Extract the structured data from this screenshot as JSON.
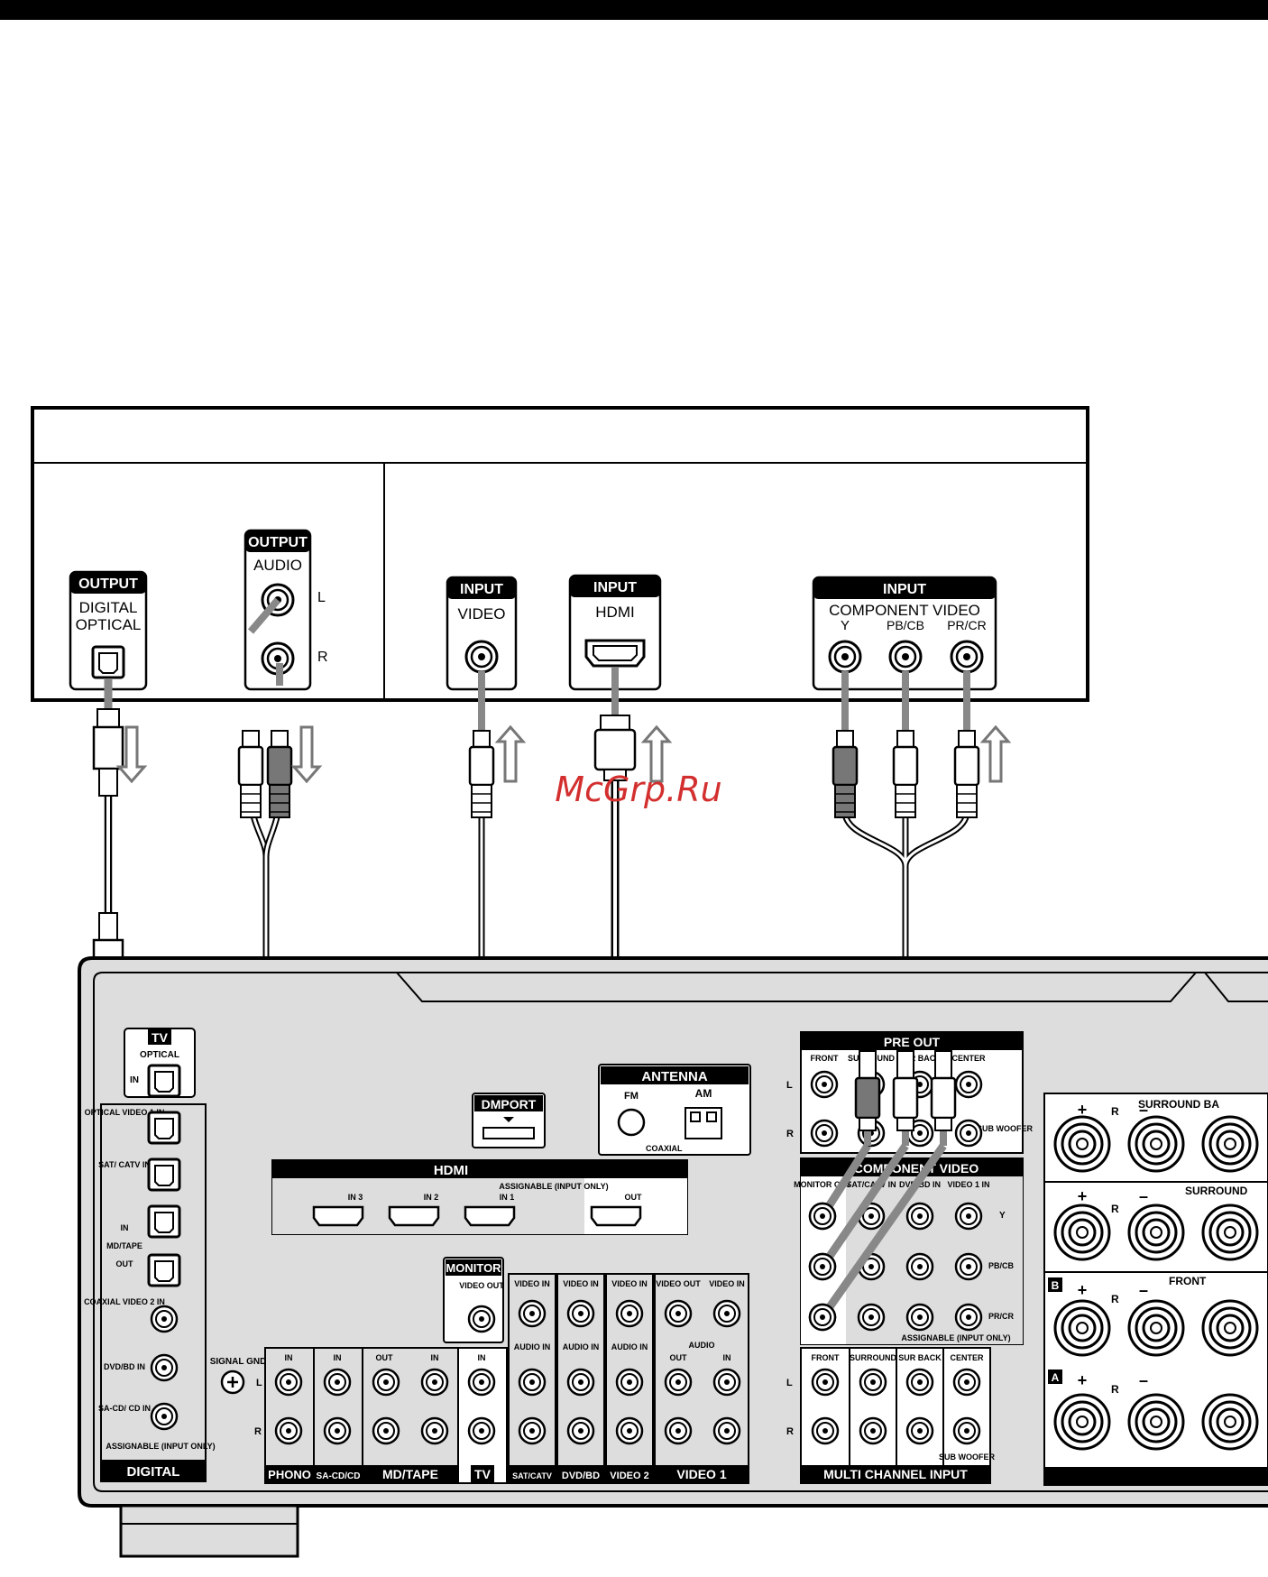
{
  "watermark": "McGrp.Ru",
  "tv": {
    "output_optical": {
      "header": "OUTPUT",
      "line1": "DIGITAL",
      "line2": "OPTICAL"
    },
    "output_audio": {
      "header": "OUTPUT",
      "label": "AUDIO",
      "l": "L",
      "r": "R"
    },
    "input_video": {
      "header": "INPUT",
      "label": "VIDEO"
    },
    "input_hdmi": {
      "header": "INPUT",
      "label": "HDMI"
    },
    "input_component": {
      "header": "INPUT",
      "label": "COMPONENT VIDEO",
      "y": "Y",
      "pb": "PB/CB",
      "pr": "PR/CR"
    }
  },
  "receiver": {
    "tv_optical": {
      "title": "TV",
      "sub": "OPTICAL",
      "in": "IN"
    },
    "digital": {
      "optical_video1": "OPTICAL VIDEO 1 IN",
      "sat_catv": "SAT/ CATV IN",
      "in": "IN",
      "md_tape": "MD/TAPE",
      "out": "OUT",
      "coaxial_video2": "COAXIAL VIDEO 2 IN",
      "dvd_bd": "DVD/BD IN",
      "sacd": "SA-CD/ CD IN",
      "assignable": "ASSIGNABLE (INPUT ONLY)",
      "footer": "DIGITAL"
    },
    "signal_gnd": "SIGNAL GND",
    "dmport": "DMPORT",
    "antenna": {
      "title": "ANTENNA",
      "fm": "FM",
      "am": "AM",
      "coaxial": "COAXIAL"
    },
    "hdmi": {
      "title": "HDMI",
      "in3": "IN 3",
      "in2": "IN 2",
      "in1": "IN 1",
      "assignable": "ASSIGNABLE (INPUT ONLY)",
      "out": "OUT"
    },
    "monitor": {
      "title": "MONITOR",
      "video_out": "VIDEO OUT"
    },
    "analog": {
      "phono": "PHONO",
      "sacd": "SA-CD/CD",
      "mdtape": "MD/TAPE",
      "tv": "TV",
      "sat": "SAT/CATV",
      "dvd": "DVD/BD",
      "video2": "VIDEO 2",
      "video1": "VIDEO 1",
      "in": "IN",
      "out": "OUT",
      "video_in": "VIDEO IN",
      "video_out": "VIDEO OUT",
      "audio_in": "AUDIO IN",
      "audio": "AUDIO",
      "l": "L",
      "r": "R"
    },
    "preout": {
      "title": "PRE OUT",
      "front": "FRONT",
      "surround": "SURROUND",
      "surback": "SUR BACK",
      "center": "CENTER",
      "subwoofer": "SUB WOOFER"
    },
    "component": {
      "title": "COMPONENT VIDEO",
      "monitor_out": "MONITOR OUT",
      "sat_catv_in": "SAT/CATV IN",
      "dvd_bd_in": "DVD/BD IN",
      "video1_in": "VIDEO 1 IN",
      "y": "Y",
      "pb": "PB/CB",
      "pr": "PR/CR",
      "assignable": "ASSIGNABLE (INPUT ONLY)"
    },
    "multich": {
      "title": "MULTI CHANNEL INPUT",
      "front": "FRONT",
      "surround": "SURROUND",
      "surback": "SUR BACK",
      "center": "CENTER",
      "subwoofer": "SUB WOOFER"
    },
    "speakers": {
      "surround_back": "SURROUND BA",
      "surround": "SURROUND",
      "front": "FRONT",
      "b": "B",
      "a": "A",
      "plus": "+",
      "minus": "–",
      "r": "R"
    }
  }
}
